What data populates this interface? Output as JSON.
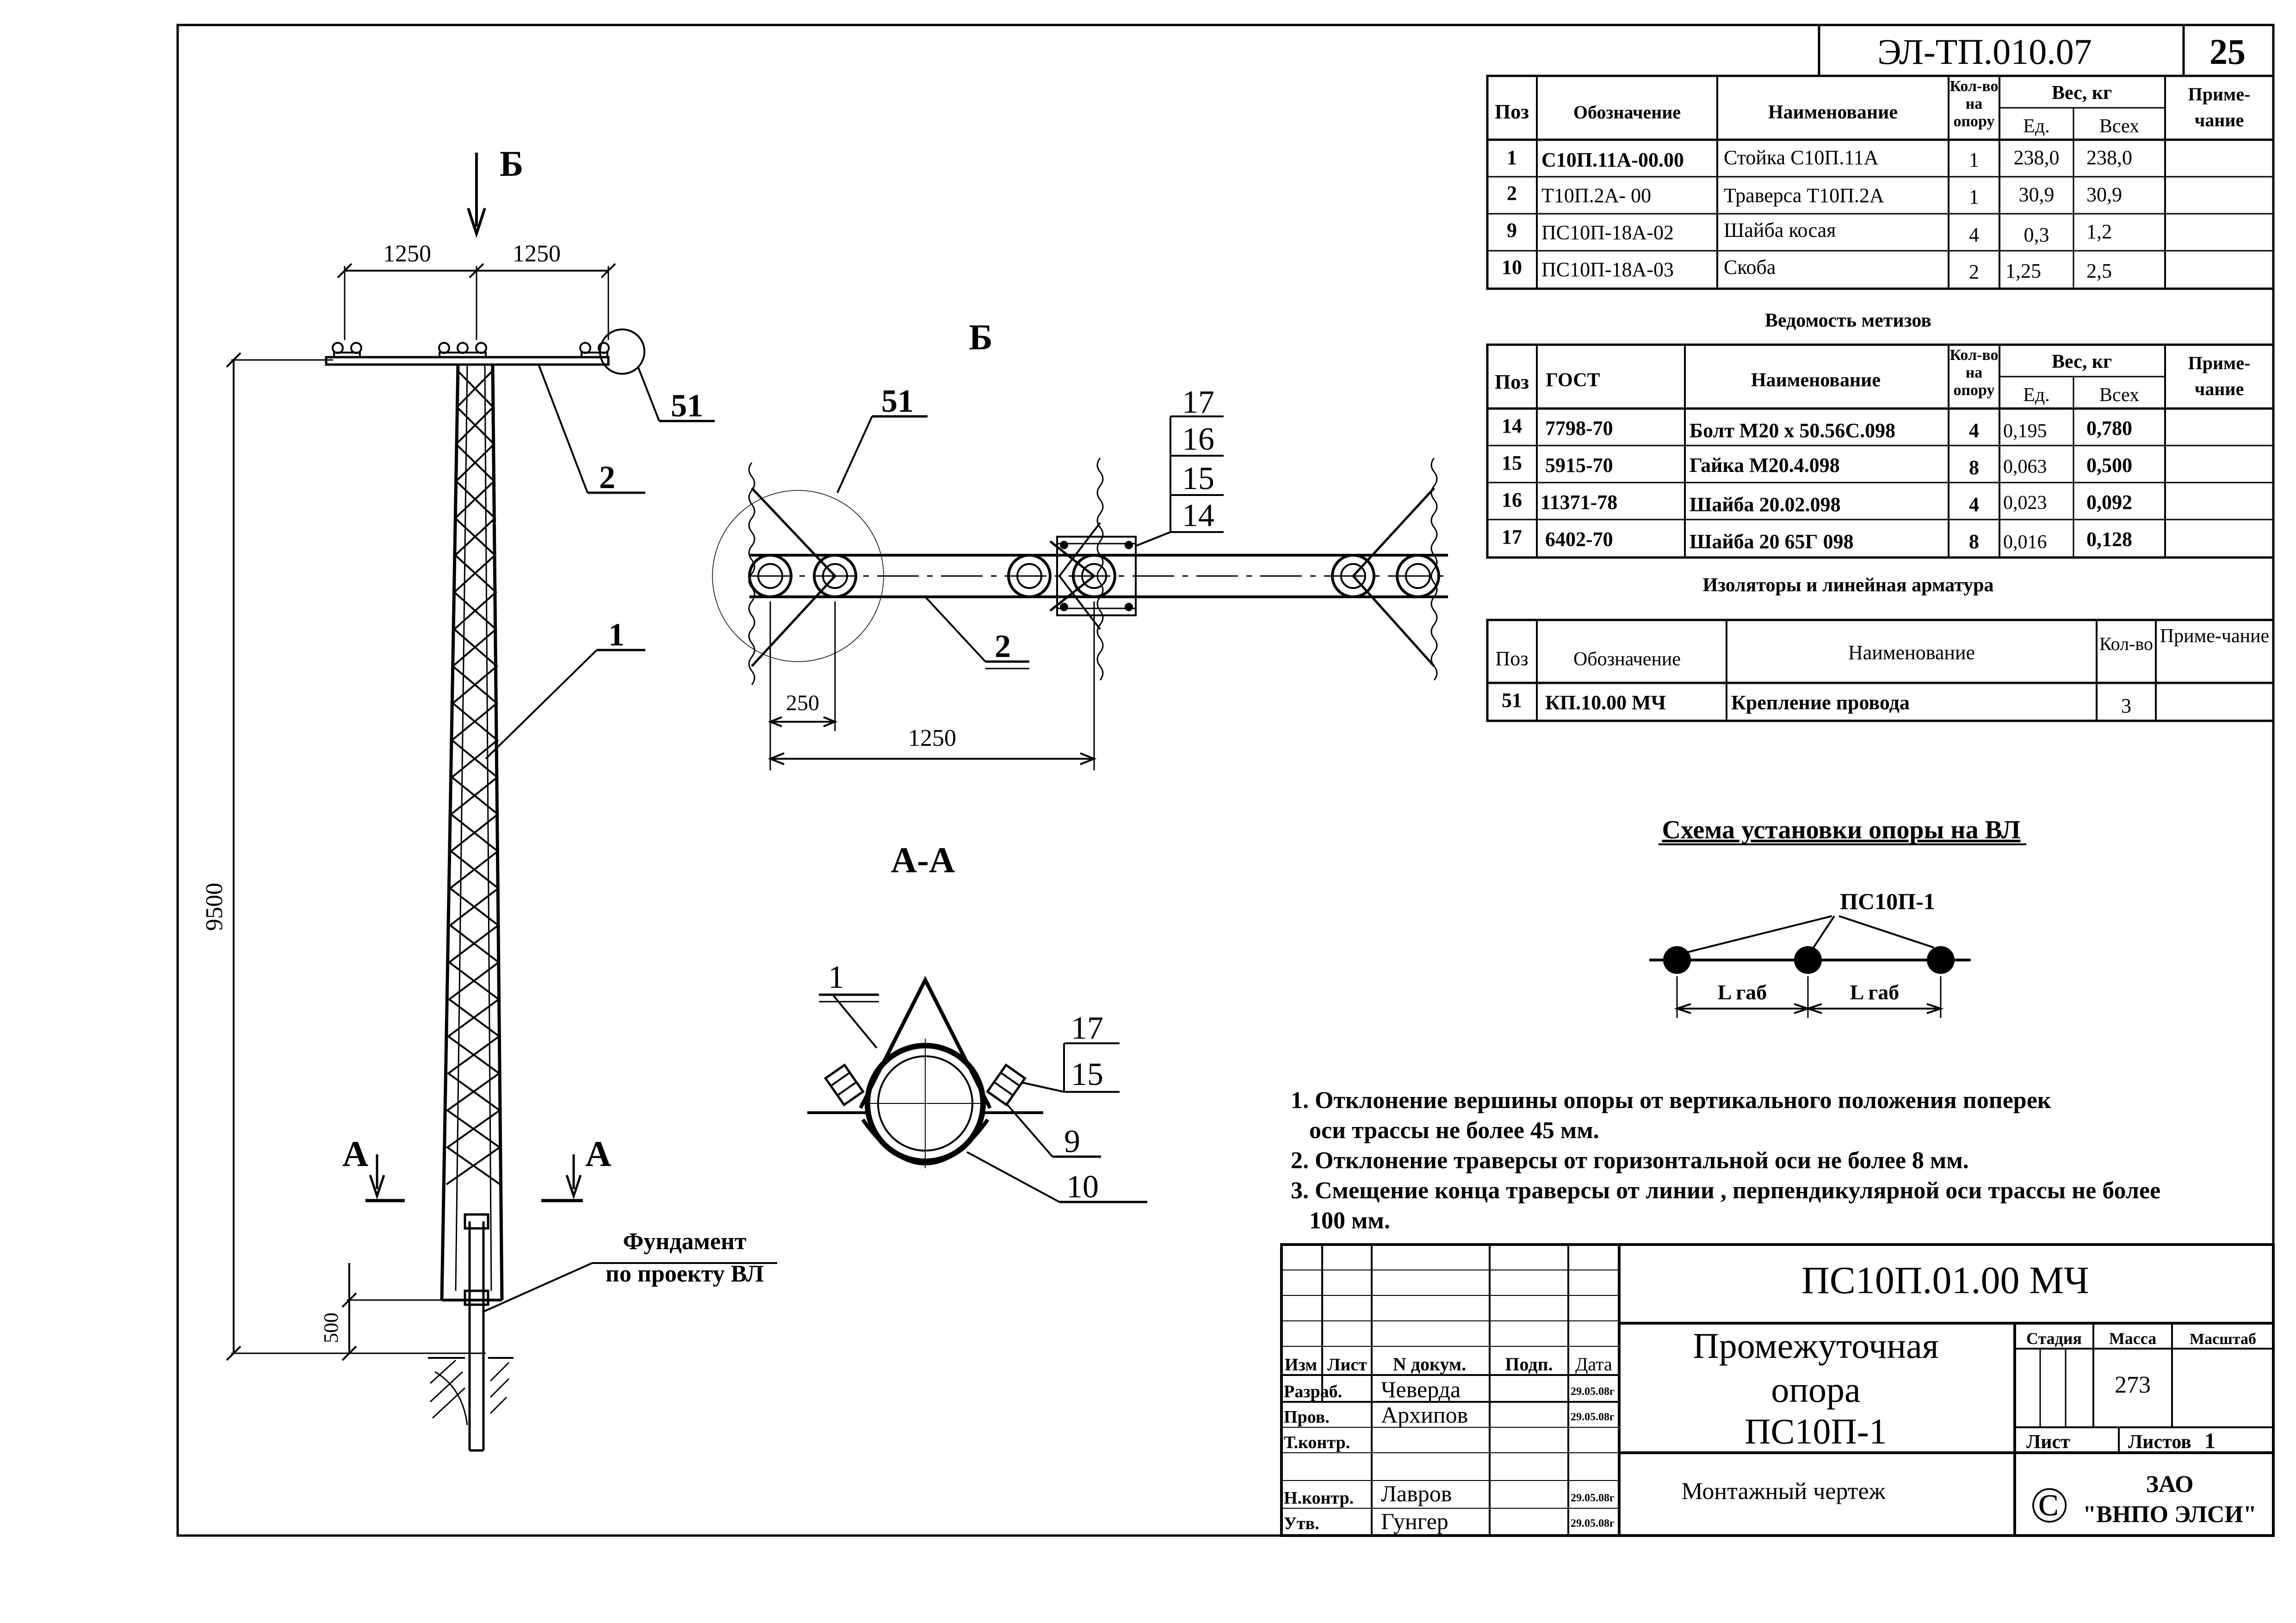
{
  "header": {
    "doc_code": "ЭЛ-ТП.010.07",
    "page_number": "25"
  },
  "spec_table": {
    "headers": {
      "pos": "Поз",
      "designation": "Обозначение",
      "name": "Наименование",
      "qty": "Кол-во на опору",
      "weight": "Вес, кг",
      "unit": "Ед.",
      "total": "Всех",
      "note": "Приме-чание"
    },
    "rows": [
      {
        "pos": "1",
        "designation": "С10П.11А-00.00",
        "name": "Стойка  С10П.11А",
        "qty": "1",
        "unit": "238,0",
        "total": "238,0"
      },
      {
        "pos": "2",
        "designation": "Т10П.2А- 00",
        "name": "Траверса Т10П.2А",
        "qty": "1",
        "unit": "30,9",
        "total": "30,9"
      },
      {
        "pos": "9",
        "designation": "ПС10П-18А-02",
        "name": "Шайба косая",
        "qty": "4",
        "unit": "0,3",
        "total": "1,2"
      },
      {
        "pos": "10",
        "designation": "ПС10П-18А-03",
        "name": "Скоба",
        "qty": "2",
        "unit": "1,25",
        "total": "2,5"
      }
    ]
  },
  "hardware_table": {
    "title": "Ведомость метизов",
    "headers": {
      "pos": "Поз",
      "gost": "ГОСТ",
      "name": "Наименование",
      "qty": "Кол-во на опору",
      "weight": "Вес, кг",
      "unit": "Ед.",
      "total": "Всех",
      "note": "Приме-чание"
    },
    "rows": [
      {
        "pos": "14",
        "gost": "7798-70",
        "name": "Болт М20 х 50.56С.098",
        "qty": "4",
        "unit": "0,195",
        "total": "0,780"
      },
      {
        "pos": "15",
        "gost": "5915-70",
        "name": "Гайка  М20.4.098",
        "qty": "8",
        "unit": "0,063",
        "total": "0,500"
      },
      {
        "pos": "16",
        "gost": "11371-78",
        "name": "Шайба  20.02.098",
        "qty": "4",
        "unit": "0,023",
        "total": "0,092"
      },
      {
        "pos": "17",
        "gost": "6402-70",
        "name": "Шайба  20 65Г  098",
        "qty": "8",
        "unit": "0,016",
        "total": "0,128"
      }
    ]
  },
  "insulator_table": {
    "title": "Изоляторы и линейная арматура",
    "headers": {
      "pos": "Поз",
      "designation": "Обозначение",
      "name": "Наименование",
      "qty": "Кол-во",
      "note": "Приме-чание"
    },
    "rows": [
      {
        "pos": "51",
        "designation": "КП.10.00 МЧ",
        "name": "Крепление провода",
        "qty": "3"
      }
    ]
  },
  "elevation": {
    "section_mark": "Б",
    "dim_left": "1250",
    "dim_right": "1250",
    "height_total": "9500",
    "height_base": "500",
    "section_a": "А",
    "foundation_line1": "Фундамент",
    "foundation_line2": "по проекту ВЛ",
    "callout_1": "1",
    "callout_2": "2",
    "callout_51": "51"
  },
  "view_b": {
    "title": "Б",
    "callout_51": "51",
    "callout_2": "2",
    "callout_17": "17",
    "callout_16": "16",
    "callout_15": "15",
    "callout_14": "14",
    "dim_small": "250",
    "dim_large": "1250"
  },
  "section_aa": {
    "title": "А-А",
    "callout_1": "1",
    "callout_17": "17",
    "callout_15": "15",
    "callout_9": "9",
    "callout_10": "10"
  },
  "schema": {
    "title": "Схема установки опоры на ВЛ",
    "label_pole": "ПС10П-1",
    "span_1": "L габ",
    "span_2": "L габ"
  },
  "notes": [
    "1. Отклонение вершины опоры от вертикального положения поперек",
    "оси трассы не более 45 мм.",
    "2. Отклонение траверсы от горизонтальной оси не более  8 мм.",
    "3. Смещение конца траверсы от линии , перпендикулярной оси трассы не более",
    "100 мм."
  ],
  "title_block": {
    "code": "ПС10П.01.00 МЧ",
    "title_line1": "Промежуточная",
    "title_line2": "опора",
    "title_line3": "ПС10П-1",
    "doc_type": "Монтажный чертеж",
    "col_izm": "Изм",
    "col_list": "Лист",
    "col_ndoc": "N докум.",
    "col_podp": "Подп.",
    "col_date": "Дата",
    "roles": [
      {
        "role": "Разраб.",
        "name": "Чеверда",
        "date": "29.05.08г"
      },
      {
        "role": "Пров.",
        "name": "Архипов",
        "date": "29.05.08г"
      },
      {
        "role": "Т.контр.",
        "name": "",
        "date": ""
      },
      {
        "role": "Н.контр.",
        "name": "Лавров",
        "date": "29.05.08г"
      },
      {
        "role": "Утв.",
        "name": "Гунгер",
        "date": "29.05.08г"
      }
    ],
    "stage_label": "Стадия",
    "mass_label": "Масса",
    "scale_label": "Масштаб",
    "mass_value": "273",
    "sheet_label": "Лист",
    "sheets_label": "Листов",
    "sheets_value": "1",
    "copyright": "©",
    "company_line1": "ЗАО",
    "company_line2": "\"ВНПО ЭЛСИ\""
  }
}
